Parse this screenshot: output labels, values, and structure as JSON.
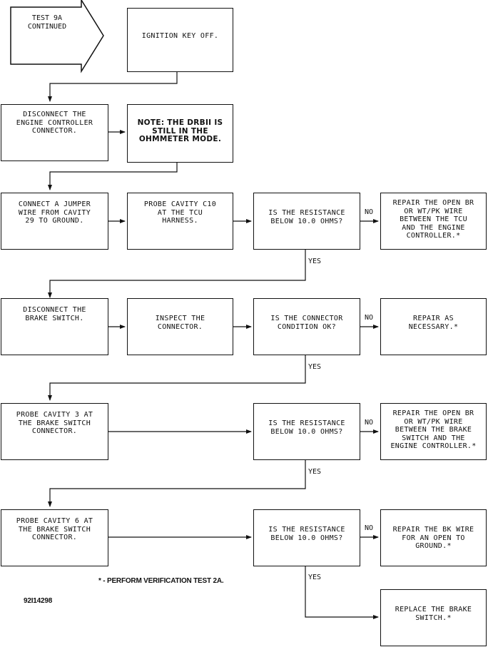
{
  "start": {
    "text": "TEST 9A\nCONTINUED"
  },
  "boxes": {
    "ignition_off": "IGNITION KEY OFF.",
    "disconnect_engine_controller": "DISCONNECT THE\nENGINE CONTROLLER\nCONNECTOR.",
    "note_drbii": "NOTE: THE DRBII IS\nSTILL IN THE\nOHMMETER MODE.",
    "connect_jumper": "CONNECT A JUMPER\nWIRE FROM CAVITY\n29 TO GROUND.",
    "probe_c10": "PROBE CAVITY C10\nAT THE TCU\nHARNESS.",
    "q_resistance_1": "IS THE RESISTANCE\nBELOW 10.0 OHMS?",
    "repair_open_br_tcu": "REPAIR THE OPEN BR\nOR WT/PK WIRE\nBETWEEN THE TCU\nAND THE ENGINE\nCONTROLLER.*",
    "disconnect_brake_switch": "DISCONNECT THE\nBRAKE SWITCH.",
    "inspect_connector": "INSPECT THE\nCONNECTOR.",
    "q_connector_ok": "IS THE CONNECTOR\nCONDITION OK?",
    "repair_as_necessary": "REPAIR AS\nNECESSARY.*",
    "probe_cavity_3": "PROBE CAVITY 3 AT\nTHE BRAKE SWITCH\nCONNECTOR.",
    "q_resistance_2": "IS THE RESISTANCE\nBELOW 10.0 OHMS?",
    "repair_open_br_brake": "REPAIR THE OPEN BR\nOR WT/PK WIRE\nBETWEEN THE BRAKE\nSWITCH AND THE\nENGINE CONTROLLER.*",
    "probe_cavity_6": "PROBE CAVITY 6 AT\nTHE BRAKE SWITCH\nCONNECTOR.",
    "q_resistance_3": "IS THE RESISTANCE\nBELOW 10.0 OHMS?",
    "repair_bk_wire": "REPAIR THE BK WIRE\nFOR AN OPEN TO\nGROUND.*",
    "replace_brake_switch": "REPLACE THE BRAKE\nSWITCH.*"
  },
  "labels": {
    "no": "NO",
    "yes": "YES"
  },
  "footnote": "* - PERFORM VERIFICATION TEST 2A.",
  "figure_id": "92I14298",
  "colors": {
    "line": "#111111",
    "background": "#ffffff"
  }
}
